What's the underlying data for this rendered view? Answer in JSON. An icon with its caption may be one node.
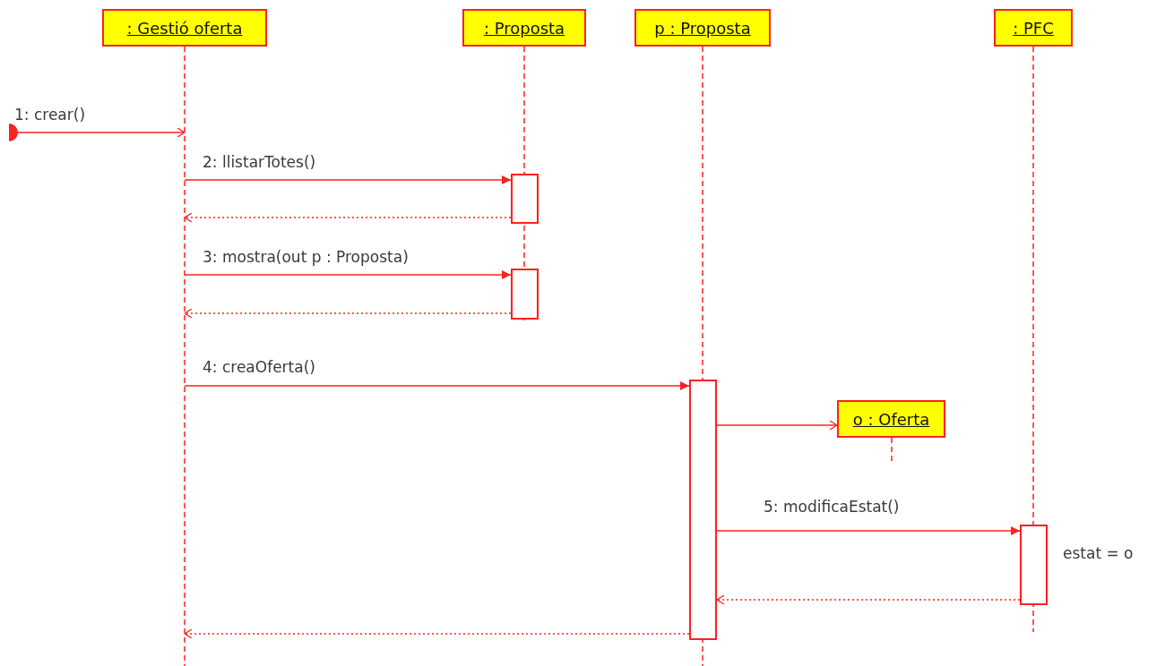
{
  "diagram": {
    "nodes": [
      {
        "text": [
          ": Gestió oferta"
        ]
      },
      {
        "text": [
          ": Proposta"
        ]
      },
      {
        "text": [
          "p : Proposta"
        ]
      },
      {
        "text": [
          ": PFC"
        ]
      },
      {
        "text": [
          "o : Oferta"
        ]
      },
      {
        "text": [],
        "shape": "bar",
        "in": 1
      },
      {
        "text": [],
        "shape": "bar",
        "in": 1
      },
      {
        "text": [],
        "shape": "bar",
        "in": 2
      },
      {
        "text": [],
        "shape": "bar",
        "in": 3
      }
    ],
    "edges": [
      {
        "from": null,
        "to": 0,
        "arrow": "to",
        "label": "1: crear()"
      },
      {
        "from": 0,
        "to": 5,
        "arrow": "to",
        "label": "2: llistarTotes()"
      },
      {
        "from": 5,
        "to": 0,
        "arrow": "to",
        "style": "dashed"
      },
      {
        "from": 0,
        "to": 6,
        "arrow": "to",
        "label": "3: mostra(out p : Proposta)"
      },
      {
        "from": 6,
        "to": 0,
        "arrow": "to",
        "style": "dashed"
      },
      {
        "from": 0,
        "to": 7,
        "arrow": "to",
        "label": "4: creaOferta()"
      },
      {
        "from": 7,
        "to": 4,
        "arrow": "to"
      },
      {
        "from": 7,
        "to": 8,
        "arrow": "to",
        "label": "5: modificaEstat()"
      },
      {
        "from": 8,
        "to": 7,
        "arrow": "to",
        "style": "dashed"
      },
      {
        "from": 7,
        "to": 0,
        "arrow": "to",
        "style": "dashed"
      }
    ],
    "labels": [
      "estat = o"
    ]
  }
}
